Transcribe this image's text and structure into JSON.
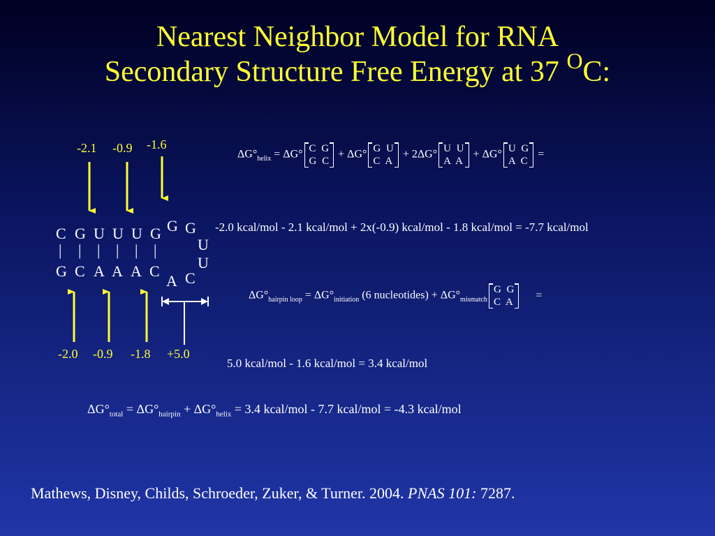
{
  "title": {
    "line1": "Nearest Neighbor Model for RNA",
    "line2_pre": "Secondary Structure Free Energy at 37 ",
    "line2_sup": "O",
    "line2_post": "C:"
  },
  "structure": {
    "top_strand": [
      "C",
      "G",
      "U",
      "U",
      "U",
      "G"
    ],
    "bottom_strand": [
      "G",
      "C",
      "A",
      "A",
      "A",
      "C"
    ],
    "pair_bar": "|",
    "loop": [
      "G",
      "G",
      "U",
      "U",
      "C",
      "A"
    ],
    "top_labels": [
      "-2.1",
      "-0.9",
      "-1.6"
    ],
    "bottom_labels": [
      "-2.0",
      "-0.9",
      "-1.8",
      "+5.0"
    ]
  },
  "helix_eq": {
    "dg": "ΔG°",
    "sub_helix": "helix",
    "equals": "=",
    "plus": "+",
    "two_dg": "2ΔG°",
    "m1": [
      "C  G",
      "G  C"
    ],
    "m2": [
      "G  U",
      "C  A"
    ],
    "m3": [
      "U  U",
      "A  A"
    ],
    "m4": [
      "U  G",
      "A  C"
    ],
    "trailing": "="
  },
  "helix_result": "-2.0 kcal/mol - 2.1 kcal/mol + 2x(-0.9) kcal/mol - 1.8 kcal/mol = -7.7 kcal/mol",
  "hairpin_eq": {
    "dg": "ΔG°",
    "sub_hairpin_loop": "hairpin loop",
    "equals": "=",
    "sub_initiation": "initiation",
    "nucleotides": "(6 nucleotides) +",
    "sub_mismatch": "mismatch",
    "m": [
      "G  G",
      "C  A"
    ],
    "trailing": "="
  },
  "hairpin_result": "5.0 kcal/mol - 1.6 kcal/mol = 3.4 kcal/mol",
  "total_eq": {
    "dg": "ΔG°",
    "sub_total": "total",
    "sub_hairpin": "hairpin",
    "sub_helix": "helix",
    "equals": "=",
    "plus": "+",
    "result": "= 3.4 kcal/mol - 7.7 kcal/mol = -4.3 kcal/mol"
  },
  "citation": {
    "authors": "Mathews, Disney, Childs, Schroeder, Zuker, & Turner.  2004.  ",
    "journal": "PNAS 101:",
    "page": " 7287."
  },
  "colors": {
    "title": "#ffff33",
    "arrow": "#ffff33",
    "text": "#ffffff",
    "bg_top": "#000022",
    "bg_bottom": "#2036a8"
  }
}
